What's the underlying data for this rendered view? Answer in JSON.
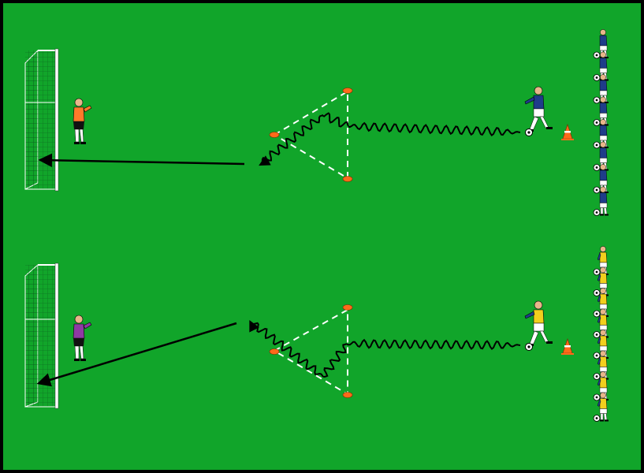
{
  "colors": {
    "pitch": "#11a52a",
    "dribble_path": "#000000",
    "shot_arrow": "#000000",
    "triangle_dashes": "#ffffff",
    "cone": "#ff6a1a",
    "blue_kit": "#1f3c8a",
    "yellow_bib": "#f2cf1d",
    "keeper_top_kit": "#ff7a2a",
    "keeper_bottom_kit": "#8e3aa3",
    "goal_net": "#0b5d1e"
  },
  "icons": [
    "goal-icon",
    "goalkeeper-icon",
    "player-icon",
    "ball-icon",
    "cone-icon",
    "marker-disc-icon",
    "arrow-icon"
  ],
  "drills": [
    {
      "name": "top",
      "attacker_kit": "blue",
      "queue_size": 8,
      "keeper_kit": "orange",
      "shot_direction": "straight"
    },
    {
      "name": "bottom",
      "attacker_kit": "yellow-bib",
      "queue_size": 8,
      "keeper_kit": "purple",
      "shot_direction": "diagonal"
    }
  ]
}
